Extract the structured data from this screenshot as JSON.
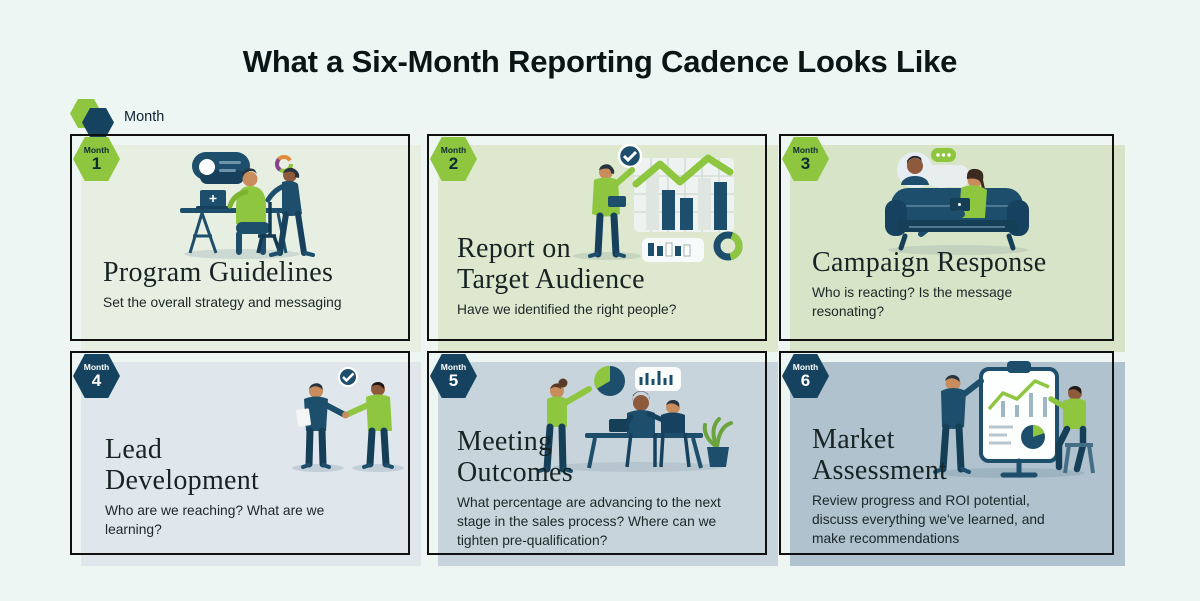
{
  "header": {
    "title": "What a Six-Month Reporting Cadence Looks Like"
  },
  "legend": {
    "label": "Month"
  },
  "colors": {
    "page_background": "#edf6f2",
    "card_border": "#101010",
    "month_green_badge": "#8ec640",
    "month_navy_badge": "#15425e",
    "illustration_navy": "#1d4e6b",
    "illustration_green": "#8ec640",
    "panel_month_1": "#e7efe3",
    "panel_month_2": "#dde8cf",
    "panel_month_3": "#d7e4c8",
    "panel_month_4": "#dfe7ec",
    "panel_month_5": "#c7d4dc",
    "panel_month_6": "#afc2ce"
  },
  "cards": [
    {
      "month_word": "Month",
      "month_number": "1",
      "title": "Program Guidelines",
      "description": "Set the overall strategy and messaging",
      "illustration": "two-colleagues-at-desk-with-laptop-and-speech-bubble"
    },
    {
      "month_word": "Month",
      "month_number": "2",
      "title": "Report on\nTarget Audience",
      "description": "Have we identified the right people?",
      "illustration": "person-presenting-bar-chart-with-checkmark-growth-line-and-donut"
    },
    {
      "month_word": "Month",
      "month_number": "3",
      "title": "Campaign Response",
      "description": "Who is reacting? Is the message\nresonating?",
      "illustration": "person-on-couch-with-laptop-and-chat-bubbles"
    },
    {
      "month_word": "Month",
      "month_number": "4",
      "title": "Lead\nDevelopment",
      "description": "Who are we reaching? What are we\nlearning?",
      "illustration": "two-people-handshake-with-checkmark"
    },
    {
      "month_word": "Month",
      "month_number": "5",
      "title": "Meeting\nOutcomes",
      "description": "What percentage are advancing to the next\nstage in the sales process? Where can we\ntighten pre-qualification?",
      "illustration": "team-meeting-at-table-with-pie-chart-and-plant"
    },
    {
      "month_word": "Month",
      "month_number": "6",
      "title": "Market\nAssessment",
      "description": "Review progress and ROI potential,\ndiscuss everything we've learned, and\nmake recommendations",
      "illustration": "presentation-flipchart-with-two-people"
    }
  ]
}
